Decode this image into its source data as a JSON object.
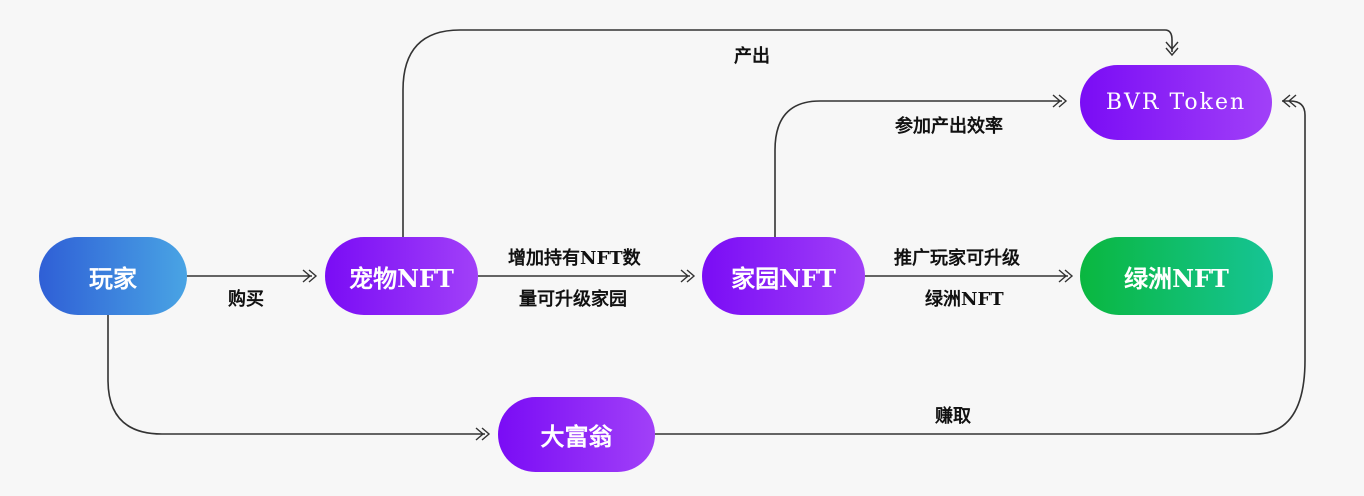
{
  "diagram": {
    "nodes": {
      "player": "玩家",
      "pet_nft": "宠物NFT",
      "home_nft": "家园NFT",
      "oasis_nft": "绿洲NFT",
      "bvr_token": "BVR Token",
      "monopoly": "大富翁"
    },
    "edges": {
      "buy": "购买",
      "produce": "产出",
      "boost_line1": "参加产出效率",
      "upgrade_home_line1": "增加持有NFT数",
      "upgrade_home_line2": "量可升级家园",
      "upgrade_oasis_line1": "推广玩家可升级",
      "upgrade_oasis_line2": "绿洲NFT",
      "earn": "赚取"
    },
    "colors": {
      "purple_start": "#7a0cf5",
      "purple_end": "#a140f8",
      "blue_start": "#2f5fd6",
      "blue_end": "#49a4e4",
      "green_start": "#0ab73f",
      "green_end": "#16c495",
      "edge": "#333333"
    }
  }
}
